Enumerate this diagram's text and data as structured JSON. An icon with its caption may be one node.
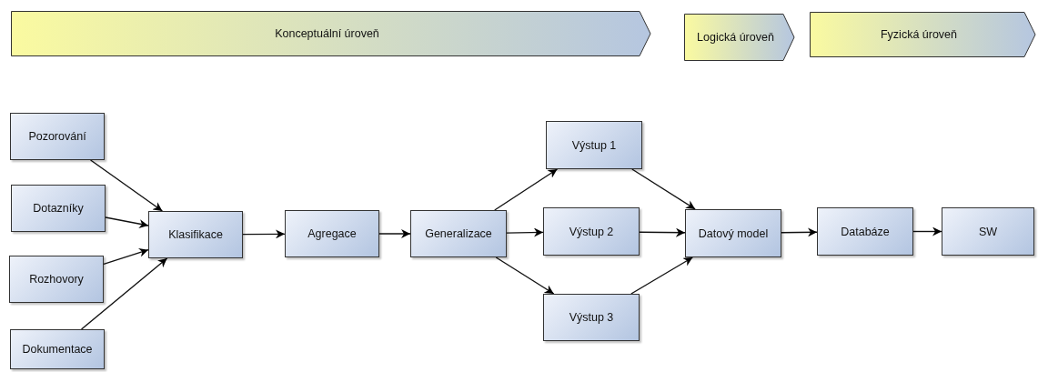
{
  "diagram": {
    "nodes": [
      {
        "text": [
          "Konceptuální úroveň"
        ]
      },
      {
        "text": [
          "Logická úroveň"
        ]
      },
      {
        "text": [
          "Fyzická úroveň"
        ]
      },
      {
        "text": [
          "Pozorování"
        ]
      },
      {
        "text": [
          "Dotazníky"
        ]
      },
      {
        "text": [
          "Rozhovory"
        ]
      },
      {
        "text": [
          "Dokumentace"
        ]
      },
      {
        "text": [
          "Klasifikace"
        ]
      },
      {
        "text": [
          "Agregace"
        ]
      },
      {
        "text": [
          "Generalizace"
        ]
      },
      {
        "text": [
          "Výstup 1"
        ]
      },
      {
        "text": [
          "Výstup 2"
        ]
      },
      {
        "text": [
          "Výstup 3"
        ]
      },
      {
        "text": [
          "Datový model"
        ]
      },
      {
        "text": [
          "Databáze"
        ]
      },
      {
        "text": [
          "SW"
        ]
      }
    ],
    "edges": [
      {
        "from": 3,
        "to": 7,
        "arrow": "to"
      },
      {
        "from": 4,
        "to": 7,
        "arrow": "to"
      },
      {
        "from": 5,
        "to": 7,
        "arrow": "to"
      },
      {
        "from": 6,
        "to": 7,
        "arrow": "to"
      },
      {
        "from": 7,
        "to": 8,
        "arrow": "to"
      },
      {
        "from": 8,
        "to": 9,
        "arrow": "to"
      },
      {
        "from": 9,
        "to": 10,
        "arrow": "to"
      },
      {
        "from": 9,
        "to": 11,
        "arrow": "to"
      },
      {
        "from": 9,
        "to": 12,
        "arrow": "to"
      },
      {
        "from": 10,
        "to": 13,
        "arrow": "to"
      },
      {
        "from": 11,
        "to": 13,
        "arrow": "to"
      },
      {
        "from": 12,
        "to": 13,
        "arrow": "to"
      },
      {
        "from": 13,
        "to": 14,
        "arrow": "to"
      },
      {
        "from": 14,
        "to": 15,
        "arrow": "to"
      }
    ]
  }
}
